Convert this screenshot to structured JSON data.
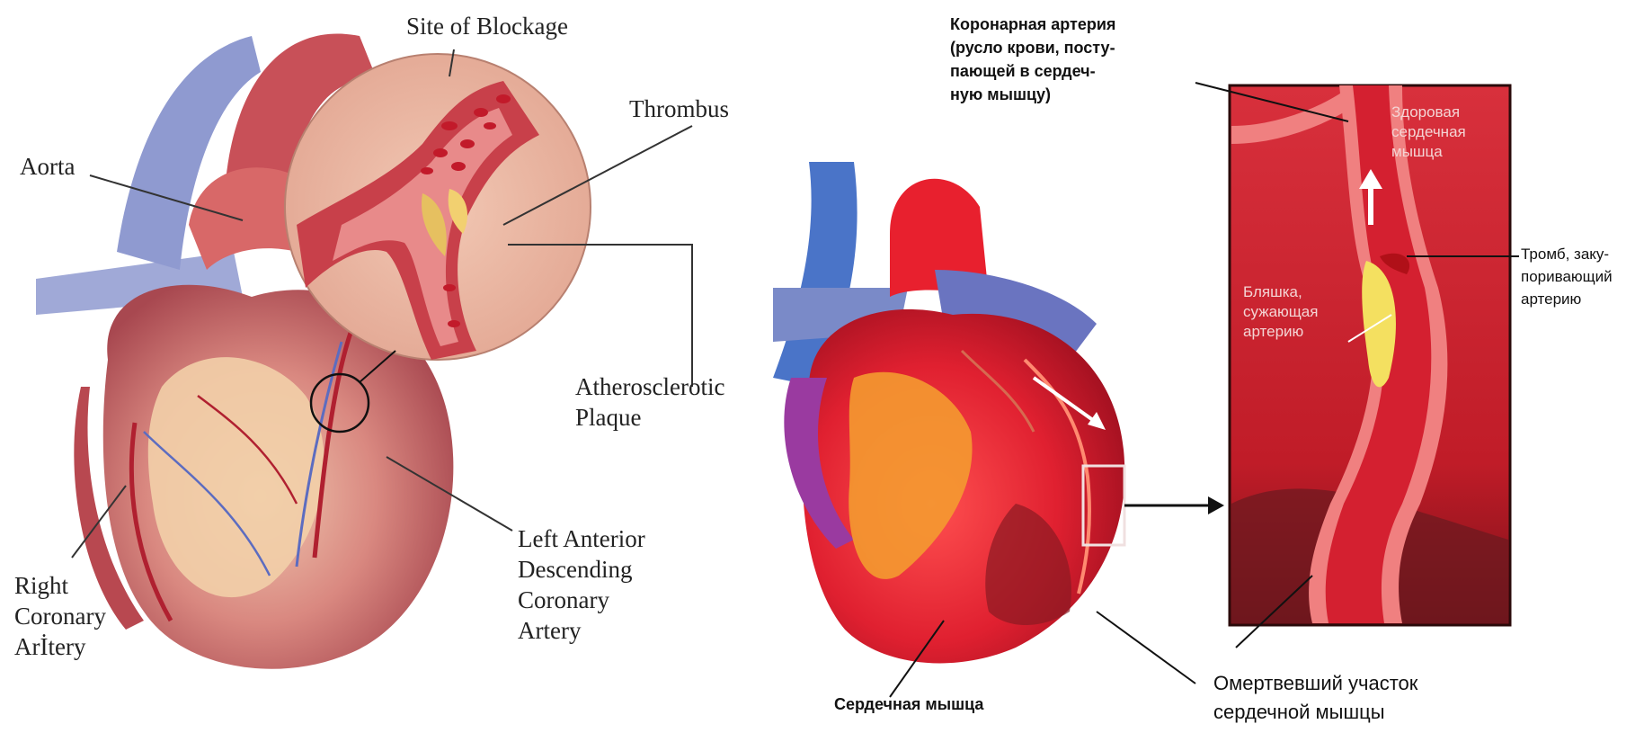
{
  "left_diagram": {
    "labels": {
      "site_of_blockage": "Site of Blockage",
      "thrombus": "Thrombus",
      "aorta": "Aorta",
      "atherosclerotic_plaque": "Atherosclerotic\nPlaque",
      "lad_artery": "Left Anterior\nDescending\nCoronary\nArtery",
      "right_coronary_artery": "Right\nCoronary\nArİtery"
    }
  },
  "right_diagram": {
    "labels": {
      "coronary_artery": "Коронарная артерия\n(русло крови, посту-\nпающей в сердеч-\nную мышцу)",
      "healthy_muscle": "Здоровая\nсердечная\nмышца",
      "thrombus": "Тромб, заку-\nпоривающий\nартерию",
      "plaque": "Бляшка,\nсужающая\nартерию",
      "heart_muscle": "Сердечная мышца",
      "dead_area": "Омертвевший участок\nсердечной мышцы"
    }
  },
  "colors": {
    "heart_red": "#d8283a",
    "heart_orange": "#f0902a",
    "vein_blue": "#6f7fc8",
    "plaque_yellow": "#f4e060",
    "inset_red": "#c8202c",
    "left_heart": "#c96060",
    "left_pink": "#e8b8a8"
  }
}
